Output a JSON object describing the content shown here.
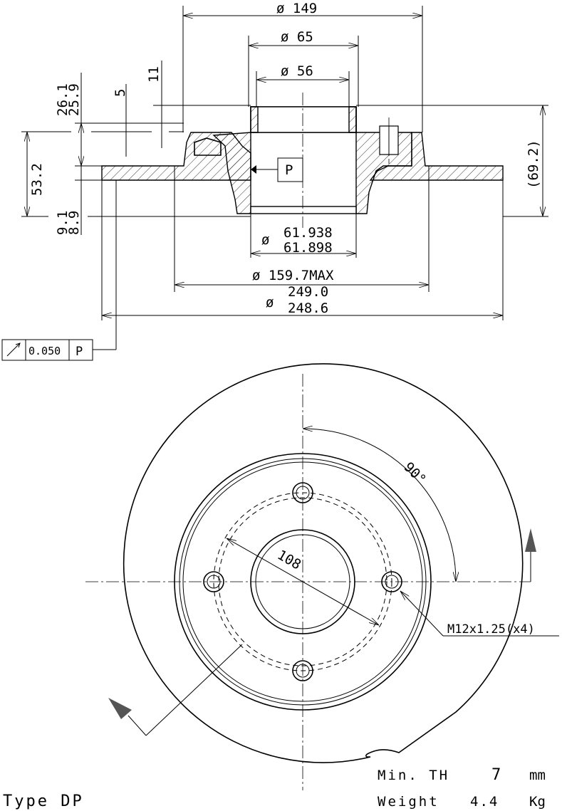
{
  "section_view": {
    "dim_outer_hub": "ø 149",
    "dim_hub_65": "ø 65",
    "dim_hub_56": "ø 56",
    "dim_height_top": "26.1",
    "dim_height_bottom": "25.9",
    "dim_5": "5",
    "dim_11": "11",
    "dim_53_2": "53.2",
    "dim_thick_top": "9.1",
    "dim_thick_bottom": "8.9",
    "dim_total_height": "(69.2)",
    "datum": "P",
    "dim_bore_top": "61.938",
    "dim_bore_bottom": "61.898",
    "dim_bore_symbol": "ø",
    "dim_159": "ø 159.7MAX",
    "dim_disc_top": "249.0",
    "dim_disc_bottom": "248.6",
    "dim_disc_symbol": "ø"
  },
  "tolerance_frame": {
    "value": "0.050",
    "datum": "P"
  },
  "front_view": {
    "angle": "90°",
    "pcd": "108",
    "thread": "M12x1.25(x4)"
  },
  "specs": {
    "min_th_label": "Min. TH",
    "min_th_value": "7",
    "min_th_unit": "mm",
    "weight_label": "Weight",
    "weight_value": "4.4",
    "weight_unit": "Kg",
    "type": "Type DP"
  }
}
